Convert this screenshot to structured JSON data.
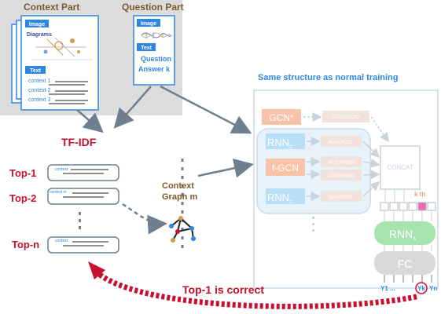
{
  "context_part": {
    "title": "Context Part",
    "image_tab": "Image",
    "diagrams_label": "Diagrams",
    "text_tab": "Text",
    "items": [
      "context 1",
      "context 2",
      "context 3"
    ]
  },
  "question_part": {
    "title": "Question Part",
    "image_tab": "Image",
    "text_tab": "Text",
    "question": "Question",
    "answer": "Answer k"
  },
  "retrieval": {
    "tfidf": "TF-IDF",
    "tops": [
      {
        "label": "Top-1",
        "tag": "context"
      },
      {
        "label": "Top-2",
        "tag": "context m"
      },
      {
        "label": "Top-n",
        "tag": "context"
      }
    ],
    "context_graph": [
      "Context",
      "Graph m"
    ],
    "feedback": "Top-1 is correct"
  },
  "model": {
    "header": "Same structure as normal training",
    "gcn_star": "GCN*",
    "attention_star": "ATTENTION*",
    "rnn_c1": "RNN",
    "max_pool_1": "MAX POOL",
    "f_gcn": "f-GCN",
    "attention_1": "ATTENTION",
    "attention_2": "ATTENTION",
    "rnn_c2": "RNN",
    "max_pool_2": "MAX POOL",
    "concat": "CONCAT",
    "kth": "k th",
    "rnn_s": "RNN",
    "fc": "FC",
    "outputs": [
      "Y1 ...",
      "Yk",
      "Yn"
    ],
    "sub_c": "c",
    "sub_s": "s"
  },
  "colors": {
    "accent_blue": "#2e86de",
    "accent_red": "#c8102e",
    "brown": "#7a5a2e",
    "gcn_orange": "#f2a07b",
    "rnn_blue": "#9fd1f3",
    "rnn_green": "#a6e3ad",
    "fc_gray": "#d9d9d9"
  }
}
